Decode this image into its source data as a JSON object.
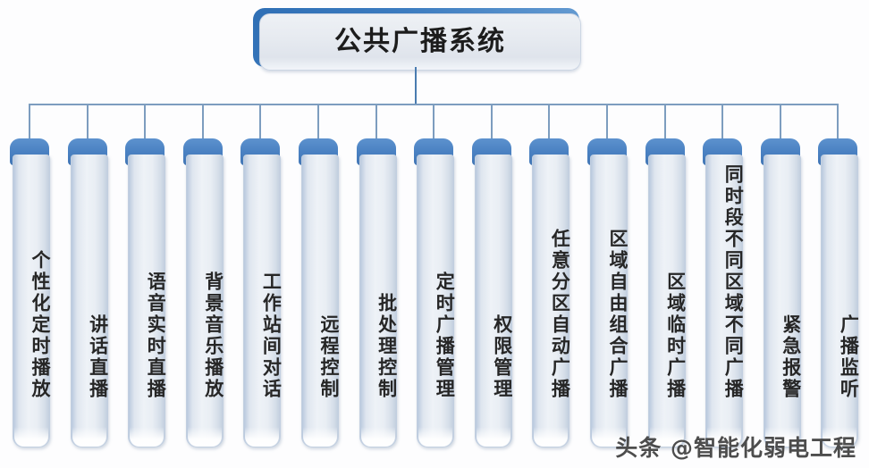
{
  "diagram": {
    "title": "公共广播系统",
    "watermark": "头条 @智能化弱电工程",
    "colors": {
      "root_cap": "#3c7cc0",
      "leaf_cap": "#4a81c2",
      "leaf_body": "#e9eef4",
      "connector": "#7d9dbf",
      "text": "#262626",
      "background": "#fdfdfe"
    },
    "nodes": [
      {
        "label": "个性化定时播放"
      },
      {
        "label": "讲话直播"
      },
      {
        "label": "语音实时直播"
      },
      {
        "label": "背景音乐播放"
      },
      {
        "label": "工作站间对话"
      },
      {
        "label": "远程控制"
      },
      {
        "label": "批处理控制"
      },
      {
        "label": "定时广播管理"
      },
      {
        "label": "权限管理"
      },
      {
        "label": "任意分区自动广播"
      },
      {
        "label": "区域自由组合广播"
      },
      {
        "label": "区域临时广播"
      },
      {
        "label": "同时段不同区域不同广播"
      },
      {
        "label": "紧急报警"
      },
      {
        "label": "广播监听"
      }
    ]
  }
}
